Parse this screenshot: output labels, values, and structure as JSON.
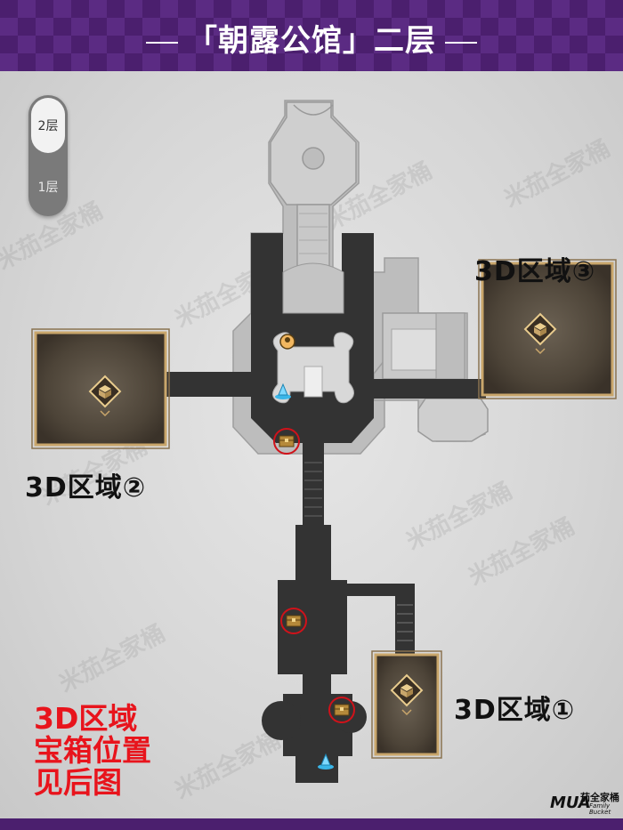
{
  "header": {
    "title": "「朝露公馆」二层"
  },
  "floor_switch": {
    "floors": [
      {
        "label": "2层",
        "active": true
      },
      {
        "label": "1层",
        "active": false
      }
    ]
  },
  "areas": [
    {
      "label": "3D区域①"
    },
    {
      "label": "3D区域②"
    },
    {
      "label": "3D区域③"
    }
  ],
  "note": {
    "lines": [
      "3D区域",
      "宝箱位置",
      "见后图"
    ]
  },
  "watermark": {
    "text": "米茄全家桶"
  },
  "logo": {
    "main": "MUA",
    "sub1": "茄全家桶",
    "sub2": "Family",
    "sub3": "Bucket"
  },
  "markers": {
    "chest_icon": "treasure-chest-icon",
    "anchor_icon": "teleport-anchor-icon",
    "npc_icon": "npc-icon",
    "cube_icon": "cube-icon"
  },
  "colors": {
    "header_bg": "#4b1f6e",
    "note_red": "#e8141c",
    "chest_circle": "#d0121a",
    "room_dark": "#333333",
    "area_gold": "#c9a66b"
  }
}
